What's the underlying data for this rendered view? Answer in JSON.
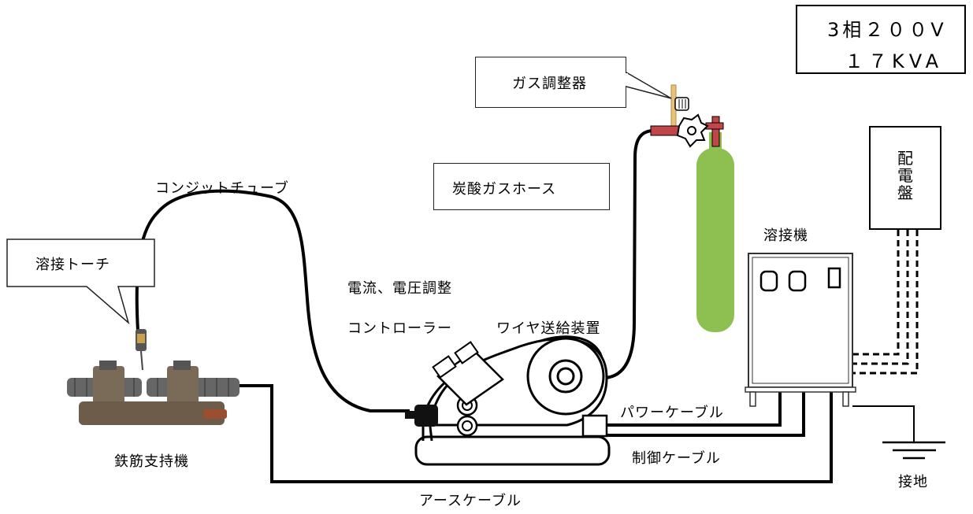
{
  "diagram": {
    "power_spec": {
      "line1": "3相２００V",
      "line2": "１７KVA"
    },
    "distribution_board": "配\n電\n盤",
    "labels": {
      "gas_regulator": "ガス調整器",
      "co2_hose": "炭酸ガスホース",
      "conduit_tube": "コンジットチューブ",
      "welding_torch": "溶接トーチ",
      "controller_line1": "電流、電圧調整",
      "controller_line2": "コントローラー",
      "wire_feeder": "ワイヤ送給装置",
      "welding_machine": "溶接機",
      "power_cable": "パワーケーブル",
      "control_cable": "制御ケーブル",
      "rebar_holder": "鉄筋支持機",
      "ground": "接地",
      "earth_cable": "アースケーブル"
    },
    "colors": {
      "cylinder": "#8dc050",
      "regulator": "#c0464a",
      "valve_stem": "#e6c27a",
      "cable": "#000000"
    }
  }
}
